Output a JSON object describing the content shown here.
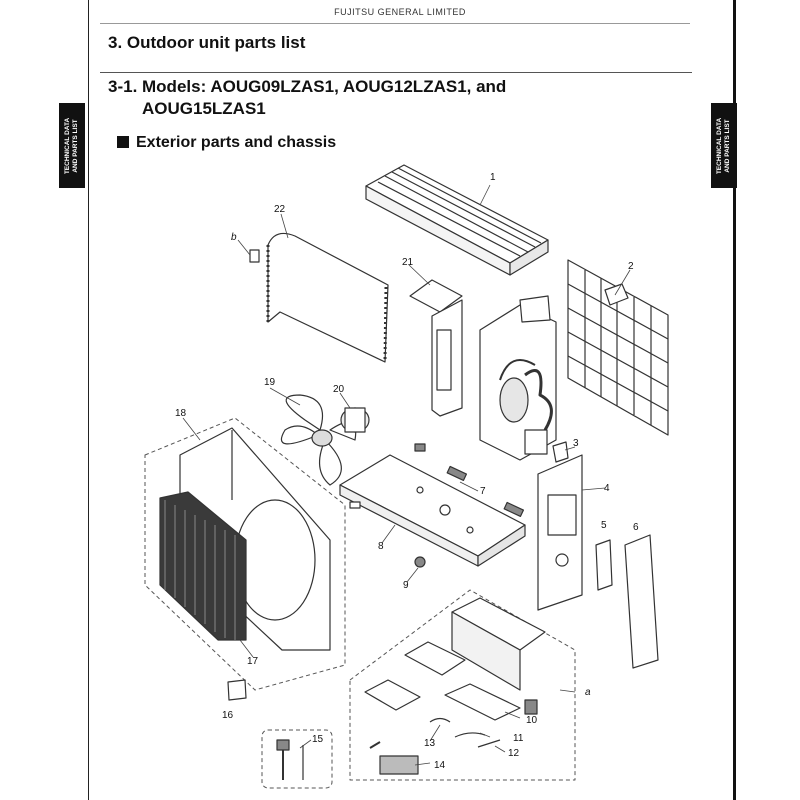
{
  "header": {
    "company": "FUJITSU GENERAL LIMITED"
  },
  "section": {
    "title": "3. Outdoor unit parts list",
    "subtitle_line1": "3-1. Models: AOUG09LZAS1, AOUG12LZAS1, and",
    "subtitle_line2": "AOUG15LZAS1",
    "subheading": "Exterior parts and chassis"
  },
  "side_tabs": {
    "left": "TECHNICAL DATA\nAND PARTS LIST",
    "right": "TECHNICAL DATA\nAND PARTS LIST"
  },
  "callouts": {
    "c1": "1",
    "c2": "2",
    "c3": "3",
    "c4": "4",
    "c5": "5",
    "c6": "6",
    "c7": "7",
    "c8": "8",
    "c9": "9",
    "c10": "10",
    "c11": "11",
    "c12": "12",
    "c13": "13",
    "c14": "14",
    "c15": "15",
    "c16": "16",
    "c17": "17",
    "c18": "18",
    "c19": "19",
    "c20": "20",
    "c21": "21",
    "c22": "22",
    "a": "a",
    "b": "b"
  },
  "colors": {
    "ink": "#111111",
    "line": "#333333",
    "part_fill": "#ffffff",
    "shade": "#666666"
  }
}
